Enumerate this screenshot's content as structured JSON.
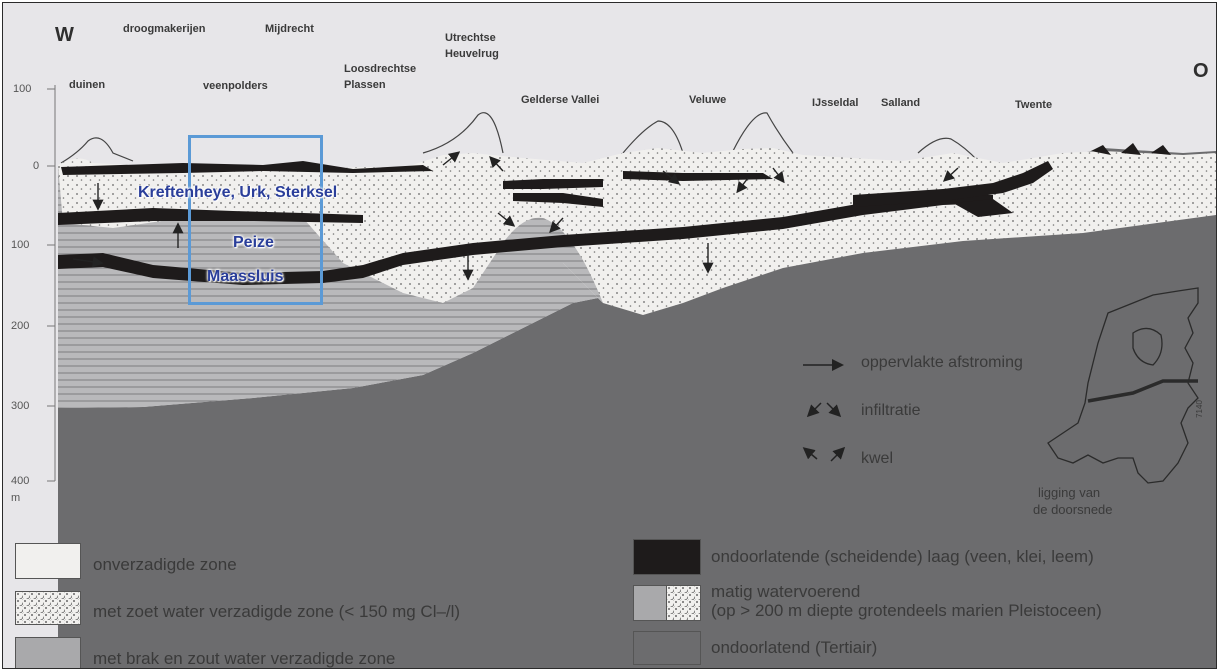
{
  "orientation": {
    "west": "W",
    "east": "O"
  },
  "top_labels": {
    "droogmakerijen": "droogmakerijen",
    "mijdrecht": "Mijdrecht",
    "duinen": "duinen",
    "veenpolders": "veenpolders",
    "loosdrechtse_1": "Loosdrechtse",
    "loosdrechtse_2": "Plassen",
    "utrechtse_1": "Utrechtse",
    "utrechtse_2": "Heuvelrug",
    "gelderse": "Gelderse Vallei",
    "veluwe": "Veluwe",
    "ijsseldal": "IJsseldal",
    "salland": "Salland",
    "twente": "Twente"
  },
  "depth_axis": {
    "ticks": [
      "100",
      "0",
      "100",
      "200",
      "300",
      "400"
    ],
    "unit": "m"
  },
  "formations": [
    "Kreftenheye, Urk, Sterksel",
    "Peize",
    "Maassluis"
  ],
  "flow_key": {
    "surface_runoff": "oppervlakte afstroming",
    "infiltration": "infiltratie",
    "seepage": "kwel"
  },
  "map_caption": [
    "ligging van",
    "de doorsnede"
  ],
  "map_code": "7140",
  "legend": {
    "unsaturated": "onverzadigde zone",
    "fresh": "met zoet water verzadigde zone (< 150 mg Cl–/l)",
    "brackish": "met brak en zout water verzadigde zone",
    "impermeable_layer": "ondoorlatende (scheidende) laag (veen, klei, leem)",
    "moderate_1": "matig watervoerend",
    "moderate_2": "(op > 200 m diepte grotendeels marien Pleistoceen)",
    "tertiary": "ondoorlatend (Tertiair)"
  },
  "colors": {
    "background": "#e7e6e9",
    "fresh_zone": "#f1f0ee",
    "brackish_zone": "#a9a9ab",
    "tertiary": "#6c6c6e",
    "clay_layer": "#1e1b1b",
    "highlight": "#5b9ad6",
    "overlay_text": "#2a3e9a"
  }
}
